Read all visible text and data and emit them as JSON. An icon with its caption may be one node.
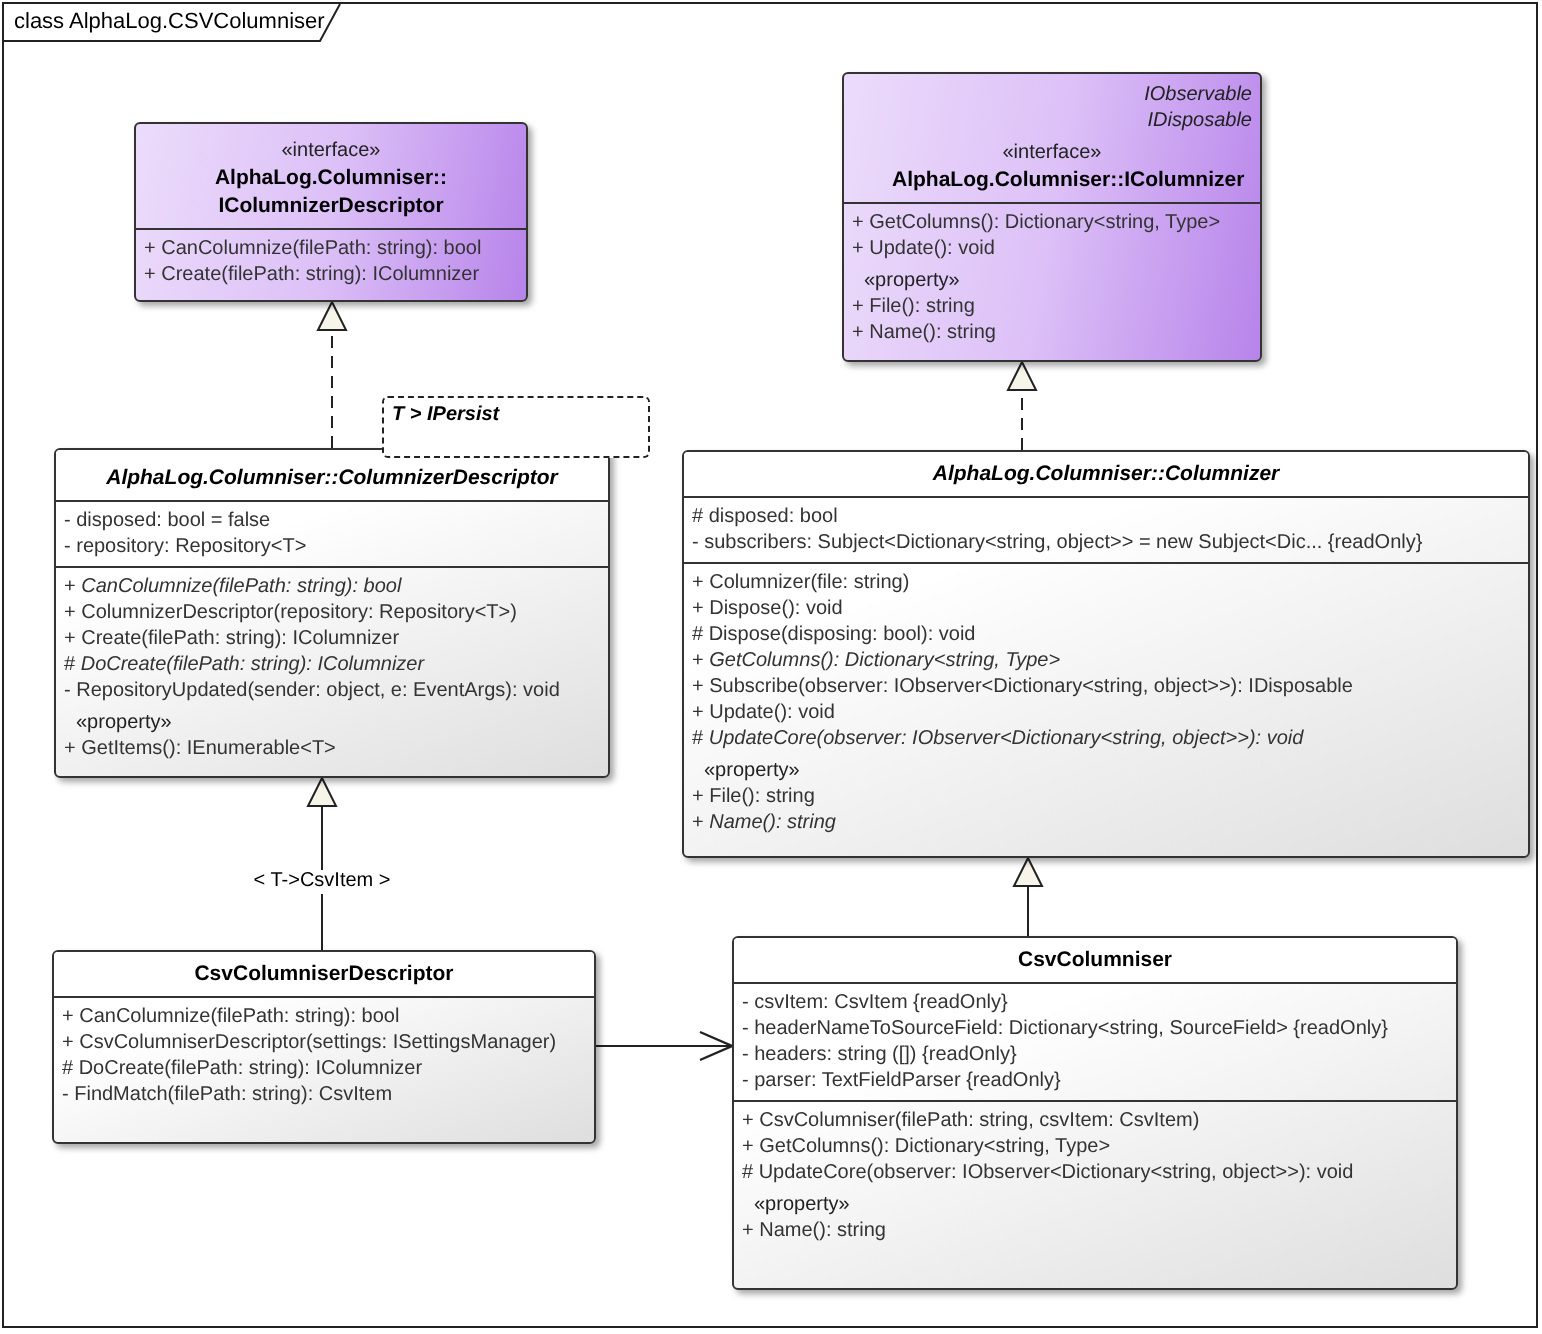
{
  "diagram": {
    "nodes": [
      {
        "text": [
          "class AlphaLog.CSVColumniser"
        ]
      },
      {
        "text": [
          "«interface»",
          "AlphaLog.Columniser:: IColumnizerDescriptor",
          "+ CanColumnize(filePath: string): bool",
          "+ Create(filePath: string): IColumnizer"
        ],
        "in": 0
      },
      {
        "text": [
          "IObservable",
          "IDisposable",
          "«interface»",
          "AlphaLog.Columniser::IColumnizer",
          "+ GetColumns(): Dictionary<string, Type>",
          "+ Update(): void",
          "«property»",
          "+ File(): string",
          "+ Name(): string"
        ],
        "in": 0
      },
      {
        "text": [
          "T > IPersist"
        ],
        "in": 0
      },
      {
        "text": [
          "AlphaLog.Columniser::ColumnizerDescriptor",
          "- disposed: bool = false",
          "- repository: Repository<T>",
          "+ *CanColumnize(filePath: string): bool*",
          "+ ColumnizerDescriptor(repository: Repository<T>)",
          "+ Create(filePath: string): IColumnizer",
          "# *DoCreate(filePath: string): IColumnizer*",
          "- RepositoryUpdated(sender: object, e: EventArgs): void",
          "«property»",
          "+ GetItems(): IEnumerable<T>"
        ],
        "in": 0
      },
      {
        "text": [
          "AlphaLog.Columniser::Columnizer",
          "# disposed: bool",
          "- subscribers: Subject<Dictionary<string, object>> = new Subject<Dic... {readOnly}",
          "+ Columnizer(file: string)",
          "+ Dispose(): void",
          "# Dispose(disposing: bool): void",
          "+ *GetColumns(): Dictionary<string, Type>*",
          "+ Subscribe(observer: IObserver<Dictionary<string, object>>): IDisposable",
          "+ Update(): void",
          "# *UpdateCore(observer: IObserver<Dictionary<string, object>>): void*",
          "«property»",
          "+ File(): string",
          "+ *Name(): string*"
        ],
        "in": 0
      },
      {
        "text": [
          "CsvColumniserDescriptor",
          "+ CanColumnize(filePath: string): bool",
          "+ CsvColumniserDescriptor(settings: ISettingsManager)",
          "# DoCreate(filePath: string): IColumnizer",
          "- FindMatch(filePath: string): CsvItem"
        ],
        "in": 0
      },
      {
        "text": [
          "CsvColumniser",
          "- csvItem: CsvItem {readOnly}",
          "- headerNameToSourceField: Dictionary<string, SourceField> {readOnly}",
          "- headers: string ([]) {readOnly}",
          "- parser: TextFieldParser {readOnly}",
          "+ CsvColumniser(filePath: string, csvItem: CsvItem)",
          "+ GetColumns(): Dictionary<string, Type>",
          "# UpdateCore(observer: IObserver<Dictionary<string, object>>): void",
          "«property»",
          "+ Name(): string"
        ],
        "in": 0
      }
    ],
    "edges": [
      {
        "from": 4,
        "to": 1,
        "arrow": "to",
        "style": "dashed"
      },
      {
        "from": 5,
        "to": 2,
        "arrow": "to",
        "style": "dashed"
      },
      {
        "from": 6,
        "to": 4,
        "arrow": "to",
        "label": "< T->CsvItem >"
      },
      {
        "from": 7,
        "to": 5,
        "arrow": "to"
      },
      {
        "from": 6,
        "to": 7,
        "arrow": "to"
      }
    ]
  }
}
